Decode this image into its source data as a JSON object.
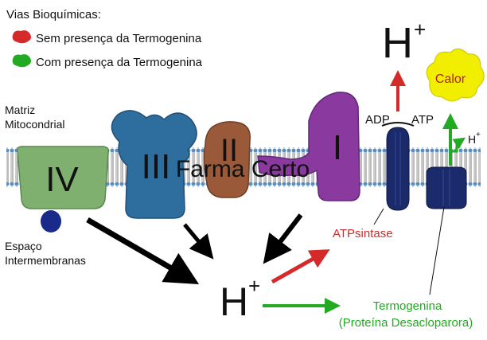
{
  "legend": {
    "title": "Vias Bioquímicas:",
    "items": [
      {
        "label": "Sem presença da Termogenina",
        "color": "#d42a2a"
      },
      {
        "label": "Com presença da Termogenina",
        "color": "#22aa22"
      }
    ]
  },
  "regions": {
    "matrix_line1": "Matriz",
    "matrix_line2": "Mitocondrial",
    "ims_line1": "Espaço",
    "ims_line2": "Intermembranas"
  },
  "complexes": {
    "iv": "IV",
    "iii": "III",
    "ii": "II",
    "i": "I"
  },
  "watermark": "Farma Certo",
  "protons": {
    "symbol": "H",
    "charge": "+"
  },
  "atp_synthase": {
    "label": "ATPsintase",
    "adp": "ADP",
    "atp": "ATP"
  },
  "thermogenin": {
    "heat": "Calor",
    "label_line1": "Termogenina",
    "label_line2": "(Proteína Desacloparora)"
  },
  "colors": {
    "red": "#d42a2a",
    "green": "#22aa22",
    "complex_iv": "#7fb070",
    "complex_iii": "#2e6e9e",
    "complex_ii": "#9a5a3a",
    "complex_i": "#8a3a9e",
    "membrane": "#5a8ec0",
    "channel": "#1a2a6a",
    "heat_cloud": "#f2ee00"
  }
}
